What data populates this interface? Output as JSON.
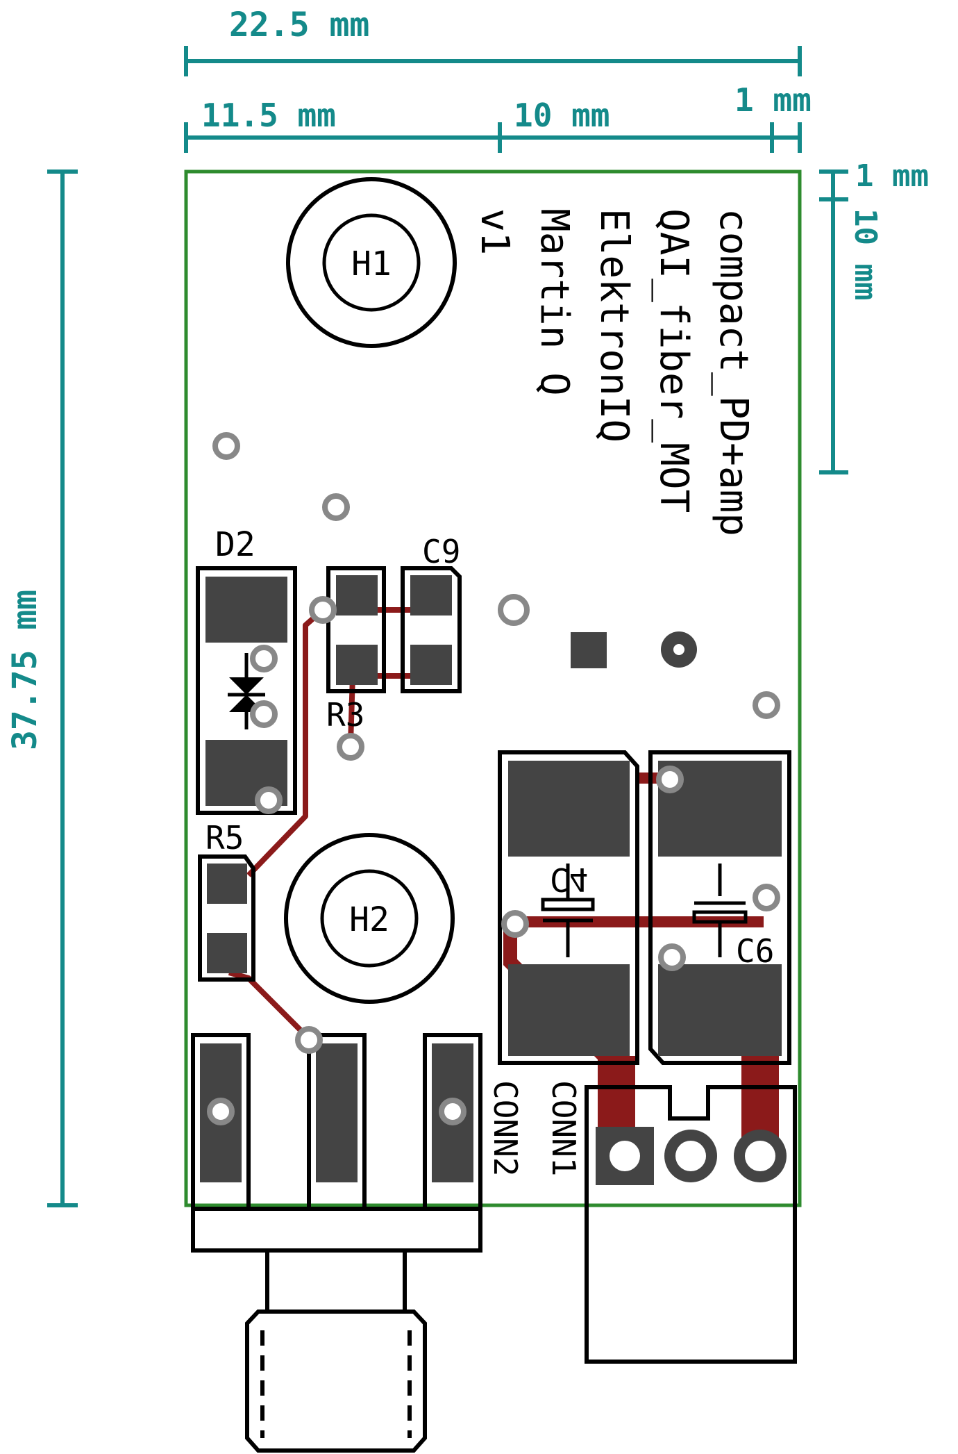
{
  "dimensions": {
    "total_width": "22.5 mm",
    "seg_a": "11.5 mm",
    "seg_b": "10 mm",
    "seg_c": "1 mm",
    "height": "37.75 mm",
    "right_top": "1 mm",
    "right_mid": "10 mm"
  },
  "board_text": {
    "line1": "compact_PD+amp",
    "line2": "QAI_fiber_MOT",
    "line3": "ElektronIQ",
    "line4": "Martin Q",
    "line5": "v1"
  },
  "refs": {
    "H1": "H1",
    "H2": "H2",
    "D2": "D2",
    "C9": "C9",
    "R3": "R3",
    "R5": "R5",
    "C4": "C4",
    "C6": "C6",
    "CONN1": "CONN1",
    "CONN2": "CONN2"
  },
  "colors": {
    "dimension": "#148a8a",
    "board_outline": "#2e8b2e",
    "pad": "#444444",
    "trace": "#8b1a1a",
    "via": "#888888",
    "silkscreen": "#000000"
  }
}
